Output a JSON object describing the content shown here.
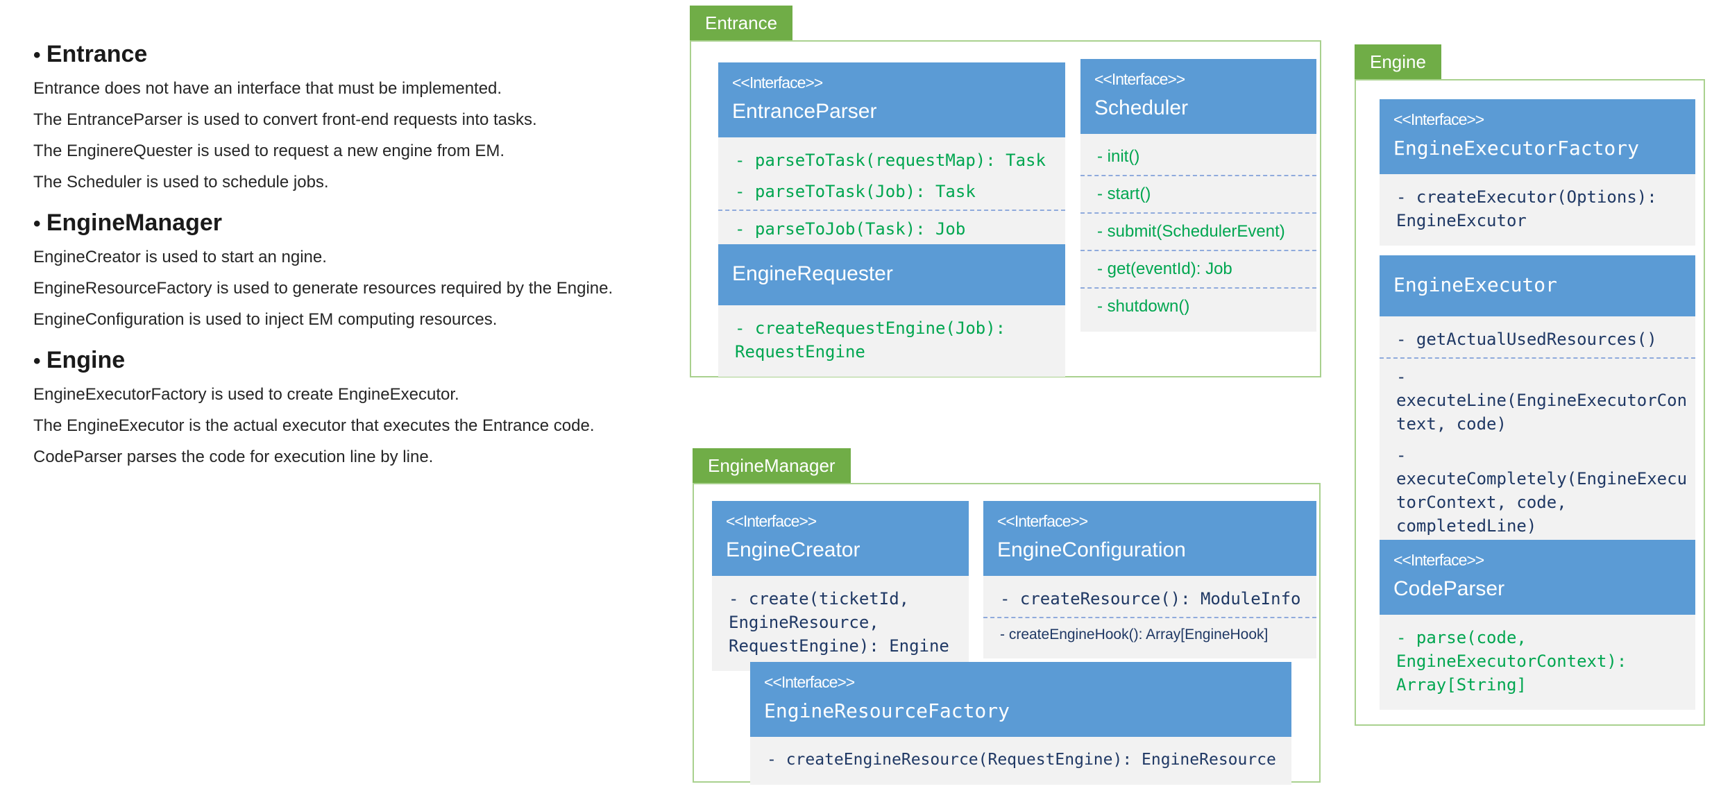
{
  "colors": {
    "tag_bg": "#70AD47",
    "group_border": "#A9D18E",
    "header_bg": "#5B9BD5",
    "body_bg": "#F2F2F2",
    "method_green": "#00A650",
    "method_navy": "#1F3864",
    "divider_blue": "#8FAADC",
    "text_dark": "#262626"
  },
  "notes": {
    "items": [
      {
        "style": "heading",
        "text": "Entrance"
      },
      {
        "style": "line",
        "text": "Entrance does not have an interface that must be implemented."
      },
      {
        "style": "line",
        "text": "The EntranceParser is used to convert front-end requests into tasks."
      },
      {
        "style": "line",
        "text": "The EnginereQuester is used to request a new engine from EM."
      },
      {
        "style": "line",
        "text": "The Scheduler is used to schedule jobs."
      },
      {
        "style": "heading",
        "text": "EngineManager"
      },
      {
        "style": "line",
        "text": "EngineCreator is used to start an ngine."
      },
      {
        "style": "line",
        "text": "EngineResourceFactory is used to generate resources required by the Engine."
      },
      {
        "style": "line",
        "text": "EngineConfiguration is used to inject EM computing resources."
      },
      {
        "style": "heading",
        "text": "Engine"
      },
      {
        "style": "line",
        "text": "EngineExecutorFactory is used to create EngineExecutor."
      },
      {
        "style": "line",
        "text": "The EngineExecutor is the actual executor that executes the Entrance code."
      },
      {
        "style": "line",
        "text": "CodeParser parses the code for execution line by line."
      }
    ]
  },
  "groups": [
    {
      "id": "entrance",
      "label": "Entrance",
      "boxes": [
        {
          "id": "entrance-parser",
          "stereotype": "<<Interface>>",
          "name": "EntranceParser",
          "name_font": "sans",
          "methods": [
            {
              "text": "- parseToTask(requestMap): Task",
              "color": "green",
              "font": "mono",
              "divider_after": false
            },
            {
              "text": "- parseToTask(Job): Task",
              "color": "green",
              "font": "mono",
              "divider_after": true
            },
            {
              "text": "- parseToJob(Task): Job",
              "color": "green",
              "font": "mono",
              "divider_after": false
            }
          ]
        },
        {
          "id": "engine-requester",
          "stereotype": "",
          "name": "EngineRequester",
          "name_font": "sans",
          "methods": [
            {
              "text": "- createRequestEngine(Job): RequestEngine",
              "color": "green",
              "font": "mono",
              "divider_after": false
            }
          ]
        },
        {
          "id": "scheduler",
          "stereotype": "<<Interface>>",
          "name": "Scheduler",
          "name_font": "sans",
          "methods": [
            {
              "text": "- init()",
              "color": "green",
              "font": "sans",
              "divider_after": true
            },
            {
              "text": "- start()",
              "color": "green",
              "font": "sans",
              "divider_after": true
            },
            {
              "text": "- submit(SchedulerEvent)",
              "color": "green",
              "font": "sans",
              "divider_after": true
            },
            {
              "text": "- get(eventId): Job",
              "color": "green",
              "font": "sans",
              "divider_after": true
            },
            {
              "text": "- shutdown()",
              "color": "green",
              "font": "sans",
              "divider_after": false
            }
          ]
        }
      ]
    },
    {
      "id": "engine-manager",
      "label": "EngineManager",
      "boxes": [
        {
          "id": "engine-creator",
          "stereotype": "<<Interface>>",
          "name": "EngineCreator",
          "name_font": "sans",
          "methods": [
            {
              "text": "- create(ticketId, EngineResource, RequestEngine): Engine",
              "color": "navy",
              "font": "mono",
              "divider_after": false
            }
          ]
        },
        {
          "id": "engine-configuration",
          "stereotype": "<<Interface>>",
          "name": "EngineConfiguration",
          "name_font": "sans",
          "methods": [
            {
              "text": "- createResource(): ModuleInfo",
              "color": "navy",
              "font": "mono",
              "divider_after": true
            },
            {
              "text": "- createEngineHook(): Array[EngineHook]",
              "color": "navy",
              "font": "sans",
              "size": "sz21",
              "divider_after": false
            }
          ]
        },
        {
          "id": "engine-resource-factory",
          "stereotype": "<<Interface>>",
          "name": "EngineResourceFactory",
          "name_font": "mono",
          "methods": [
            {
              "text": "- createEngineResource(RequestEngine): EngineResource",
              "color": "navy",
              "font": "mono",
              "size": "sz23",
              "divider_after": false
            }
          ]
        }
      ]
    },
    {
      "id": "engine",
      "label": "Engine",
      "boxes": [
        {
          "id": "engine-executor-factory",
          "stereotype": "<<Interface>>",
          "name": "EngineExecutorFactory",
          "name_font": "mono",
          "methods": [
            {
              "text": "- createExecutor(Options): EngineExcutor",
              "color": "navy",
              "font": "mono",
              "divider_after": false
            }
          ]
        },
        {
          "id": "engine-executor",
          "stereotype": "",
          "name": "EngineExecutor",
          "name_font": "mono",
          "methods": [
            {
              "text": "- getActualUsedResources()",
              "color": "navy",
              "font": "mono",
              "divider_after": true
            },
            {
              "text": "- executeLine(EngineExecutorContext, code)",
              "color": "navy",
              "font": "mono",
              "divider_after": false
            },
            {
              "text": "- executeCompletely(EngineExecutorContext, code, completedLine)",
              "color": "navy",
              "font": "mono",
              "divider_after": false
            }
          ]
        },
        {
          "id": "code-parser",
          "stereotype": "<<Interface>>",
          "name": "CodeParser",
          "name_font": "sans",
          "methods": [
            {
              "text": "- parse(code, EngineExecutorContext): Array[String]",
              "color": "green",
              "font": "mono",
              "divider_after": false
            }
          ]
        }
      ]
    }
  ]
}
